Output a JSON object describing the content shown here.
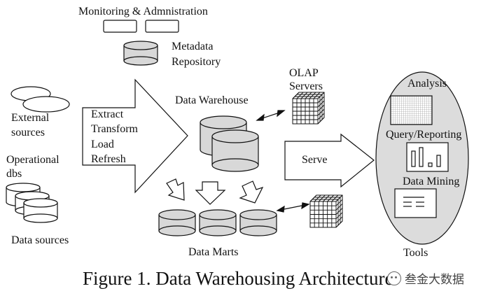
{
  "figure": {
    "caption": "Figure 1. Data Warehousing Architecture",
    "watermark": "叁金大数据"
  },
  "labels": {
    "monitoring": "Monitoring & Admnistration",
    "metadata_line1": "Metadata",
    "metadata_line2": "Repository",
    "external_line1": "External",
    "external_line2": "sources",
    "operational_line1": "Operational",
    "operational_line2": "dbs",
    "data_sources": "Data sources",
    "etl": [
      "Extract",
      "Transform",
      "Load",
      "Refresh"
    ],
    "data_warehouse": "Data Warehouse",
    "olap_line1": "OLAP",
    "olap_line2": "Servers",
    "serve": "Serve",
    "data_marts": "Data Marts",
    "analysis": "Analysis",
    "query_reporting": "Query/Reporting",
    "data_mining": "Data Mining",
    "tools": "Tools"
  },
  "colors": {
    "stroke": "#111111",
    "fill_gray": "#d8d8d8",
    "tools_fill": "#dcdcdc"
  }
}
